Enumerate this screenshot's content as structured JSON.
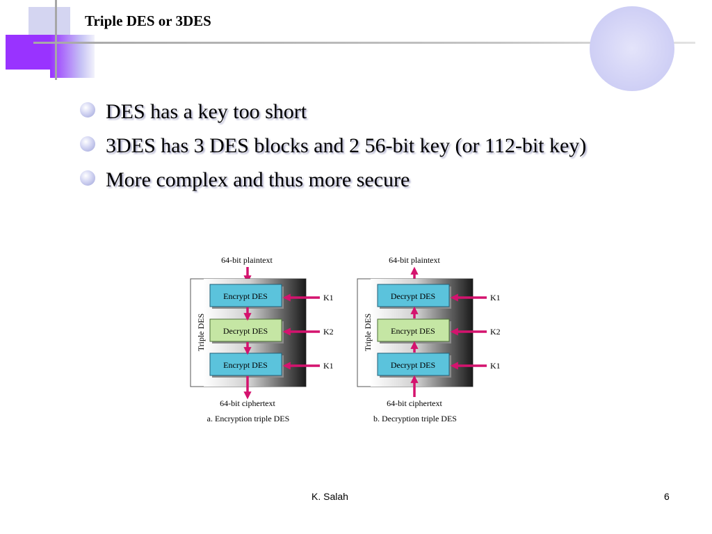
{
  "slide": {
    "title": "Triple DES or 3DES",
    "bullets": [
      "DES has a key too short",
      "3DES has 3 DES blocks and 2 56-bit key (or 112-bit key)",
      "More complex and thus more secure"
    ]
  },
  "diagram": {
    "left": {
      "top_label": "64-bit plaintext",
      "side_label": "Triple DES",
      "blocks": [
        {
          "label": "Encrypt DES",
          "key": "K1"
        },
        {
          "label": "Decrypt DES",
          "key": "K2"
        },
        {
          "label": "Encrypt DES",
          "key": "K1"
        }
      ],
      "bottom_label": "64-bit ciphertext",
      "caption": "a. Encryption triple DES"
    },
    "right": {
      "top_label": "64-bit plaintext",
      "side_label": "Triple DES",
      "blocks": [
        {
          "label": "Decrypt DES",
          "key": "K1"
        },
        {
          "label": "Encrypt DES",
          "key": "K2"
        },
        {
          "label": "Decrypt DES",
          "key": "K1"
        }
      ],
      "bottom_label": "64-bit ciphertext",
      "caption": "b. Decryption triple DES"
    }
  },
  "footer": {
    "author": "K. Salah",
    "page": "6"
  },
  "colors": {
    "encrypt_block": "#5bc3dc",
    "decrypt_block": "#c5e6a4",
    "arrow": "#d4136e",
    "accent_purple": "#9933ff",
    "bullet_lavender": "#c9cbee"
  }
}
